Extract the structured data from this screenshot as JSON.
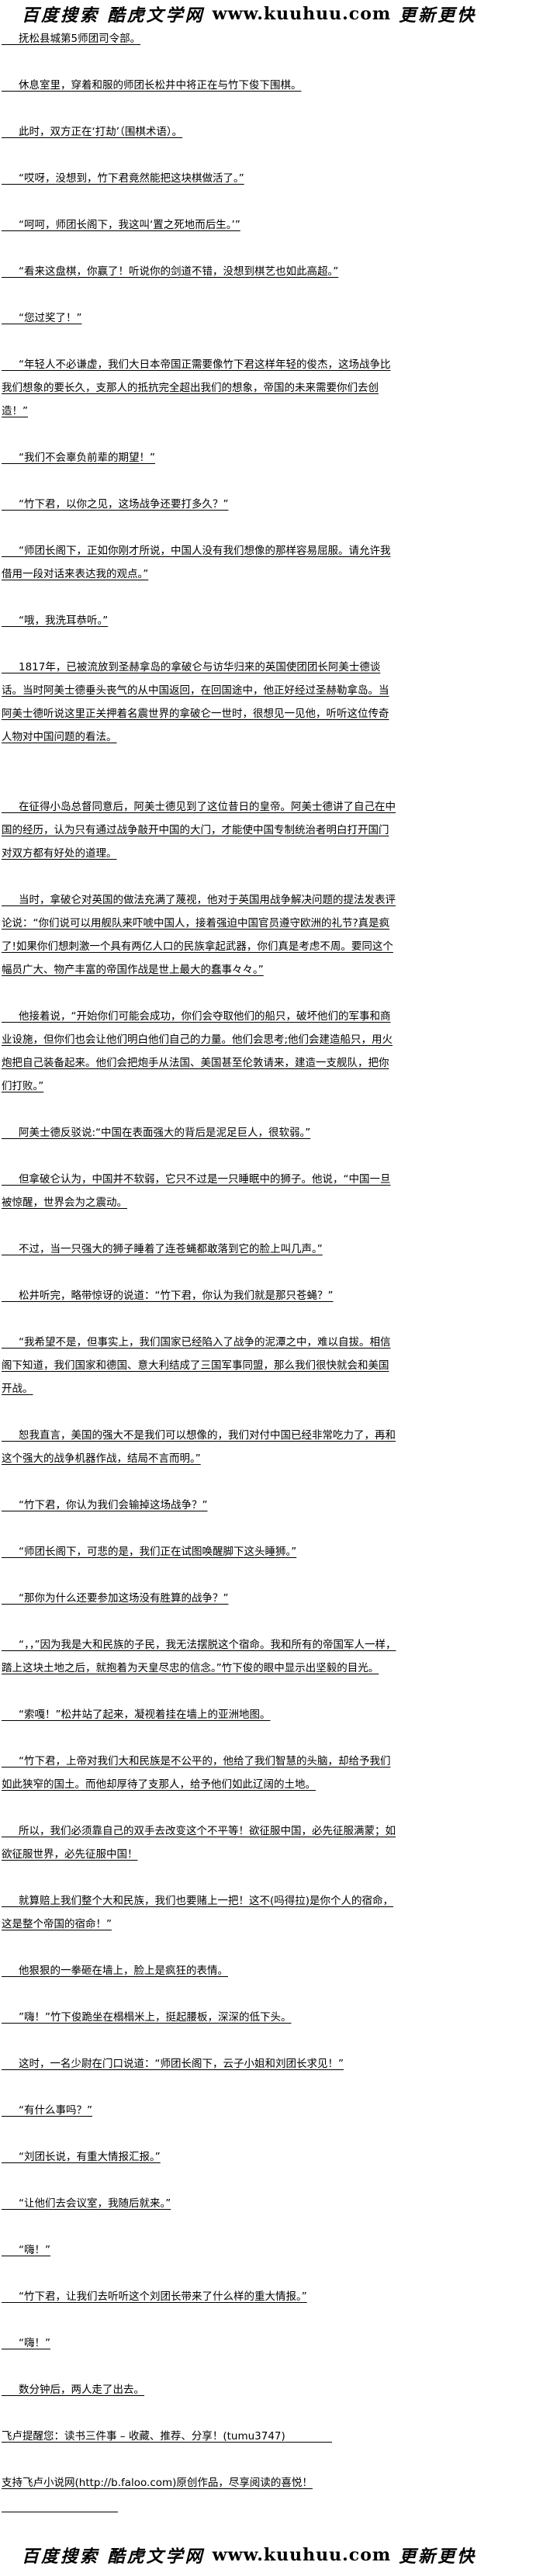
{
  "header": {
    "logo_cn_left": "百度搜索 酷虎文学网",
    "logo_url": "www.kuuhuu.com",
    "logo_cn_right": "更新更快"
  },
  "paragraphs": [
    "抚松县城第5师团司令部。",
    "休息室里，穿着和服的师团长松井中将正在与竹下俊下围棋。",
    "此时，双方正在‘打劫’（围棋术语）。",
    "“哎呀，没想到，竹下君竟然能把这块棋做活了。”",
    "“呵呵，师团长阁下，我这叫‘置之死地而后生。’”",
    "“看来这盘棋，你赢了！听说你的剑道不错，没想到棋艺也如此高超。”",
    "“您过奖了！”",
    "“年轻人不必谦虚，我们大日本帝国正需要像竹下君这样年轻的俊杰，这场战争比我们想象的要长久，支那人的抵抗完全超出我们的想象，帝国的未来需要你们去创造！”",
    "“我们不会辜负前辈的期望！”",
    "“竹下君，以你之见，这场战争还要打多久？”",
    "“师团长阁下，正如你刚才所说，中国人没有我们想像的那样容易屈服。请允许我借用一段对话来表达我的观点。”",
    "“哦，我洗耳恭听。”",
    "1817年，已被流放到圣赫拿岛的拿破仑与访华归来的英国使团团长阿美士德谈话。当时阿美士德垂头丧气的从中国返回，在回国途中，他正好经过圣赫勒拿岛。当阿美士德听说这里正关押着名震世界的拿破仑一世时，很想见一见他，听听这位传奇人物对中国问题的看法。",
    "在征得小岛总督同意后，阿美士德见到了这位昔日的皇帝。阿美士德讲了自己在中国的经历，认为只有通过战争敲开中国的大门，才能使中国专制统治者明白打开国门对双方都有好处的道理。",
    "当时，拿破仑对英国的做法充满了蔑视，他对于英国用战争解决问题的提法发表评论说：“你们说可以用舰队来吓唬中国人，接着强迫中国官员遵守欧洲的礼节?真是疯了!如果你们想刺激一个具有两亿人口的民族拿起武器，你们真是考虑不周。要同这个幅员广大、物产丰富的帝国作战是世上最大的蠢事々々。”",
    "他接着说，“开始你们可能会成功，你们会夺取他们的船只，破坏他们的军事和商业设施，但你们也会让他们明白他们自己的力量。他们会思考;他们会建造船只，用火炮把自己装备起来。他们会把炮手从法国、美国甚至伦敦请来，建造一支舰队，把你们打败。”",
    "阿美士德反驳说:“中国在表面强大的背后是泥足巨人，很软弱。”",
    "但拿破仑认为，中国并不软弱，它只不过是一只睡眠中的狮子。他说，“中国一旦被惊醒，世界会为之震动。",
    "不过，当一只强大的狮子睡着了连苍蝇都敢落到它的脸上叫几声。”",
    "松井听完，略带惊讶的说道：“竹下君，你认为我们就是那只苍蝇？”",
    "“我希望不是，但事实上，我们国家已经陷入了战争的泥潭之中，难以自拔。相信阁下知道，我们国家和德国、意大利结成了三国军事同盟，那么我们很快就会和美国开战。",
    "恕我直言，美国的强大不是我们可以想像的，我们对付中国已经非常吃力了，再和这个强大的战争机器作战，结局不言而明。”",
    "“竹下君，你认为我们会输掉这场战争？”",
    "“师团长阁下，可悲的是，我们正在试图唤醒脚下这头睡狮。”",
    "“那你为什么还要参加这场没有胜算的战争？”",
    "“，，”因为我是大和民族的子民，我无法摆脱这个宿命。我和所有的帝国军人一样，踏上这块土地之后，就抱着为天皇尽忠的信念。”竹下俊的眼中显示出坚毅的目光。",
    "“索嘎！”松井站了起来，凝视着挂在墙上的亚洲地图。",
    "“竹下君，上帝对我们大和民族是不公平的，他给了我们智慧的头脑，却给予我们如此狭窄的国土。而他却厚待了支那人，给予他们如此辽阔的土地。",
    "所以，我们必须靠自己的双手去改变这个不平等！欲征服中国，必先征服满蒙；如欲征服世界，必先征服中国！",
    "就算赔上我们整个大和民族，我们也要赌上一把！这不(吗得拉)是你个人的宿命，这是整个帝国的宿命！”",
    "他狠狠的一拳砸在墙上，脸上是疯狂的表情。",
    "”嗨！”竹下俊跪坐在榻榻米上，挺起腰板，深深的低下头。",
    "这时，一名少尉在门口说道：“师团长阁下，云子小姐和刘团长求见！”",
    "“有什么事吗？”",
    "“刘团长说，有重大情报汇报。”",
    "“让他们去会议室，我随后就来。”",
    "“嗨！”",
    "“竹下君，让我们去听听这个刘团长带来了什么样的重大情报。”",
    "“嗨！”",
    "数分钟后，两人走了出去。"
  ],
  "footer": {
    "reminder": "飞卢提醒您：读书三件事 – 收藏、推荐、分享！(tumu3747)",
    "support": "支持飞卢小说网(http://b.faloo.com)原创作品，尽享阅读的喜悦！"
  }
}
